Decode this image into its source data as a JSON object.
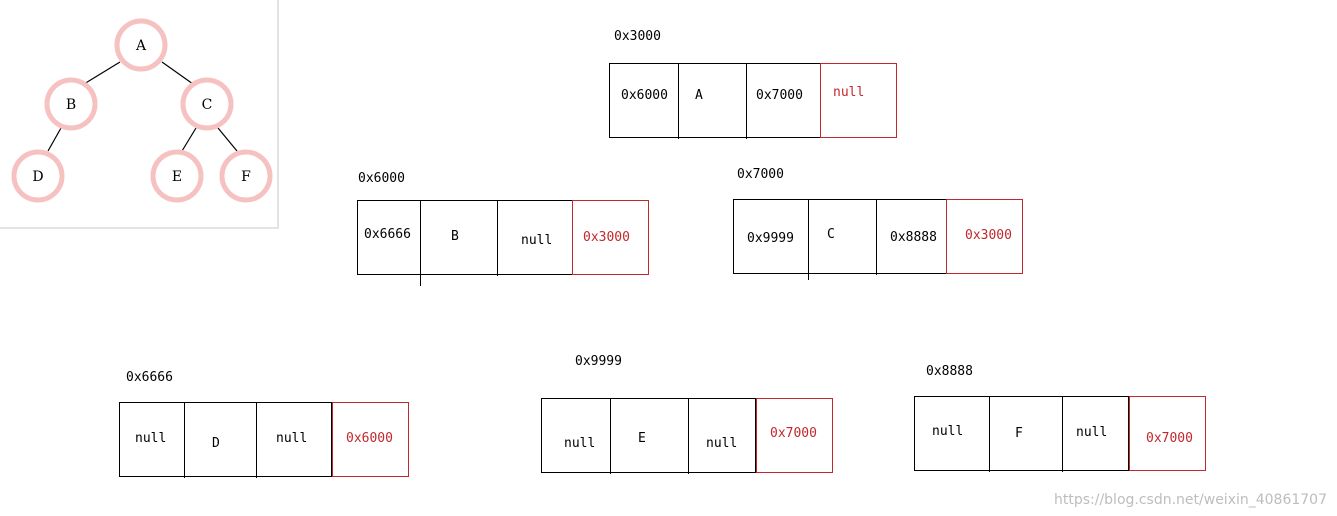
{
  "tree": {
    "nodes": [
      {
        "id": "A",
        "label": "A"
      },
      {
        "id": "B",
        "label": "B"
      },
      {
        "id": "C",
        "label": "C"
      },
      {
        "id": "D",
        "label": "D"
      },
      {
        "id": "E",
        "label": "E"
      },
      {
        "id": "F",
        "label": "F"
      }
    ],
    "edges": [
      [
        "A",
        "B"
      ],
      [
        "A",
        "C"
      ],
      [
        "B",
        "D"
      ],
      [
        "C",
        "E"
      ],
      [
        "C",
        "F"
      ]
    ]
  },
  "blocks": [
    {
      "address": "0x3000",
      "left": "0x6000",
      "value": "A",
      "right": "0x7000",
      "parent": "null"
    },
    {
      "address": "0x6000",
      "left": "0x6666",
      "value": "B",
      "right": "null",
      "parent": "0x3000"
    },
    {
      "address": "0x7000",
      "left": "0x9999",
      "value": "C",
      "right": "0x8888",
      "parent": "0x3000"
    },
    {
      "address": "0x6666",
      "left": "null",
      "value": "D",
      "right": "null",
      "parent": "0x6000"
    },
    {
      "address": "0x9999",
      "left": "null",
      "value": "E",
      "right": "null",
      "parent": "0x7000"
    },
    {
      "address": "0x8888",
      "left": "null",
      "value": "F",
      "right": "null",
      "parent": "0x7000"
    }
  ],
  "colors": {
    "parent_border": "#c0282d",
    "node_stroke": "#f6c1c1"
  },
  "watermark": "https://blog.csdn.net/weixin_40861707"
}
